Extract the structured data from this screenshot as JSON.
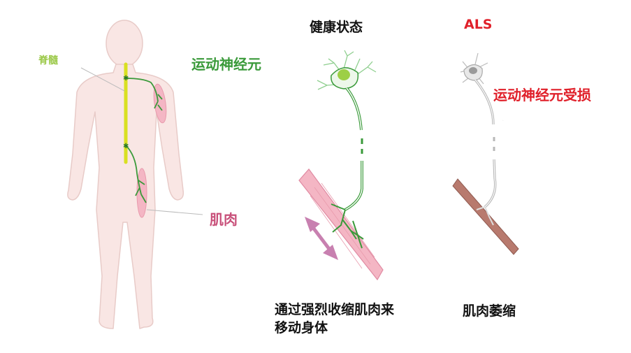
{
  "labels": {
    "spinal_cord": "脊髓",
    "motor_neuron": "运动神经元",
    "muscle": "肌肉"
  },
  "panels": {
    "healthy": {
      "title": "健康状态",
      "caption_line1": "通过强烈收缩肌肉来",
      "caption_line2": "移动身体"
    },
    "als": {
      "title": "ALS",
      "damaged_label": "运动神经元受损",
      "caption": "肌肉萎缩"
    }
  },
  "colors": {
    "body": "#f9e6e4",
    "body_outline": "#e8cbc8",
    "spinal": "#d9e021",
    "nerve_green": "#3a9a3a",
    "muscle_pink": "#f4b6c4",
    "als_red": "#e0202a",
    "atrophy_brown": "#b87a6e",
    "arrow": "#c880b0"
  }
}
